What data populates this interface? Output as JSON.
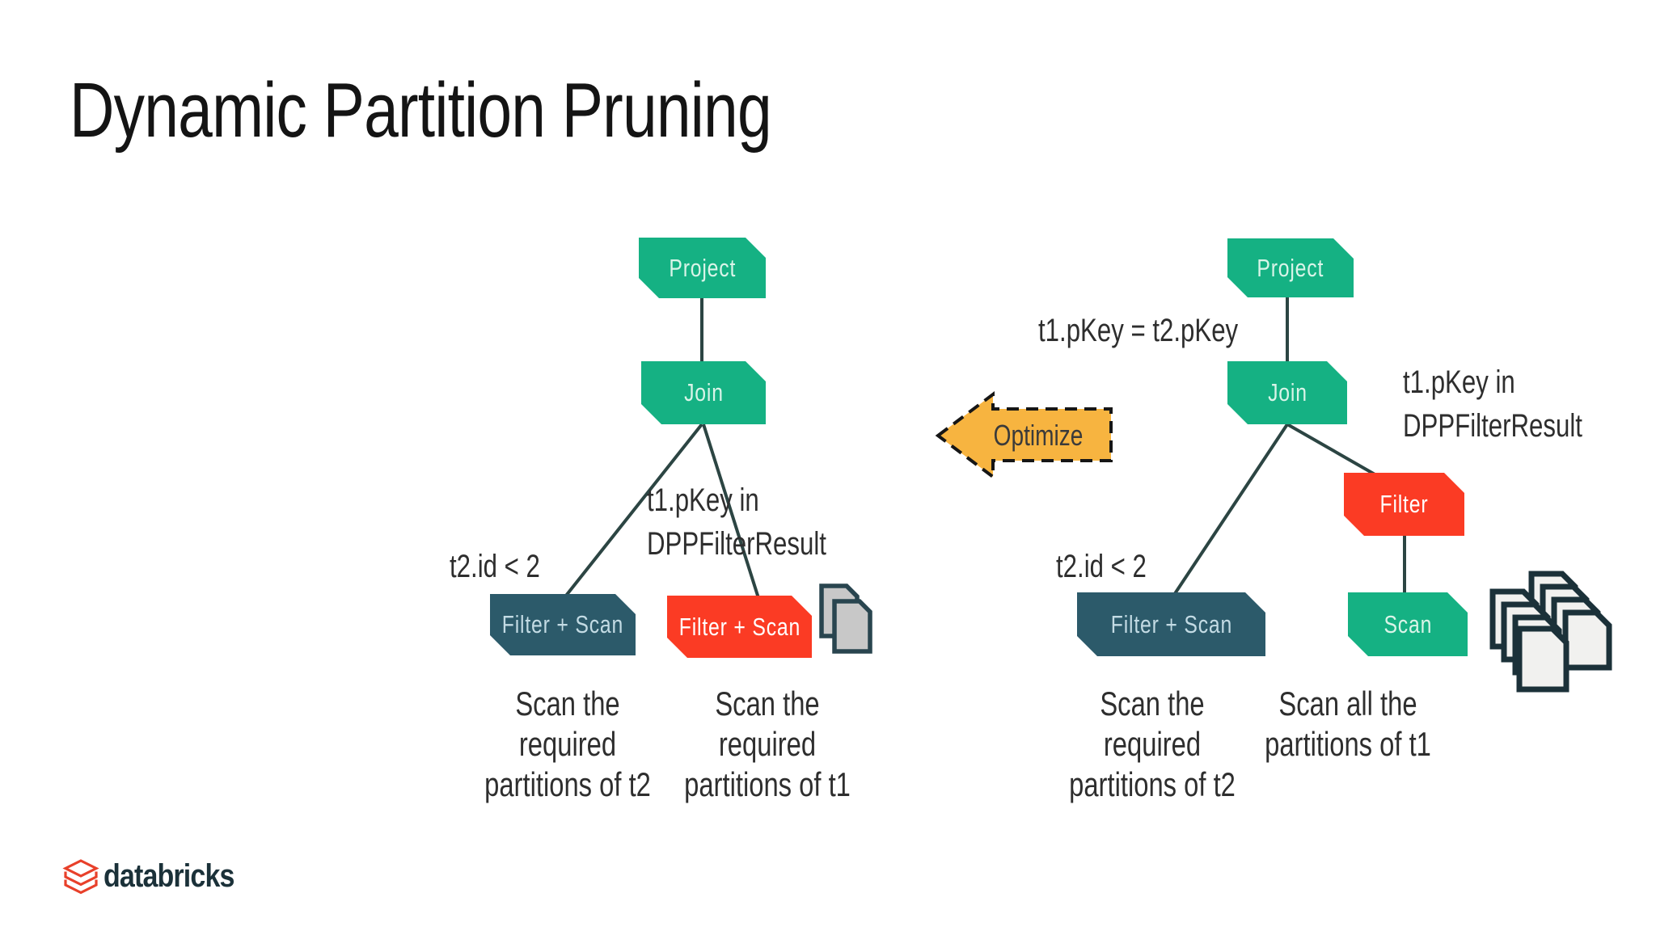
{
  "slide": {
    "title": "Dynamic Partition Pruning"
  },
  "left_tree": {
    "project": "Project",
    "join": "Join",
    "left_leaf": "Filter + Scan",
    "right_leaf": "Filter + Scan",
    "left_predicate": "t2.id < 2",
    "right_predicate": "t1.pKey in\nDPPFilterResult",
    "left_caption": "Scan the\nrequired\npartitions of t2",
    "right_caption": "Scan the\nrequired\npartitions of t1"
  },
  "optimize": {
    "label": "Optimize"
  },
  "right_tree": {
    "join_condition": "t1.pKey = t2.pKey",
    "project": "Project",
    "join": "Join",
    "left_leaf": "Filter + Scan",
    "filter": "Filter",
    "scan": "Scan",
    "left_predicate": "t2.id < 2",
    "filter_predicate": "t1.pKey in\nDPPFilterResult",
    "left_caption": "Scan the\nrequired\npartitions of t2",
    "right_caption": "Scan all the\npartitions of t1"
  },
  "footer": {
    "brand": "databricks"
  },
  "colors": {
    "node_green": "#15B183",
    "node_teal": "#2C5A6A",
    "node_red": "#FB3B24",
    "arrow_orange": "#F7B440",
    "connector": "#2C4543",
    "text": "#2E2E2E",
    "brand_red": "#E8402A",
    "brand_dark": "#1B3139"
  }
}
